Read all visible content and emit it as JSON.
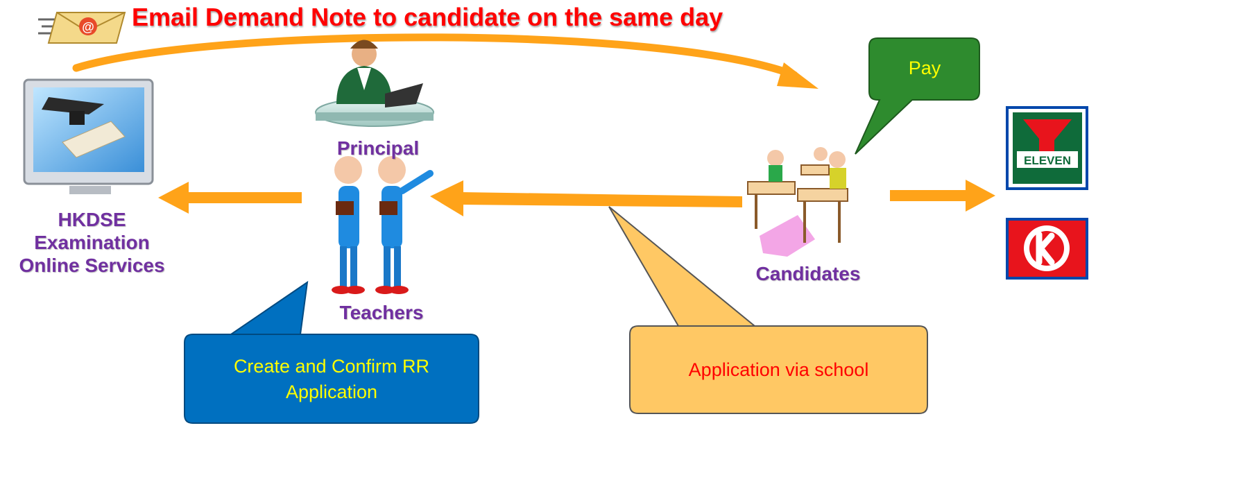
{
  "header": {
    "title": "Email Demand Note to candidate on the same day"
  },
  "nodes": {
    "hkdse": [
      "HKDSE",
      "Examination",
      "Online Services"
    ],
    "principal": "Principal",
    "teachers": "Teachers",
    "candidates": "Candidates"
  },
  "bubbles": {
    "pay": "Pay",
    "create_confirm": [
      "Create and Confirm RR",
      "Application"
    ],
    "application": "Application via school"
  },
  "stores": {
    "seven_eleven": "ELEVEN"
  },
  "colors": {
    "title": "#ff0000",
    "label": "#7030a0",
    "arrow": "#ffa319",
    "pay_bubble": "#2e8b2e",
    "create_bubble": "#0070c0",
    "app_bubble": "#ffc864"
  }
}
